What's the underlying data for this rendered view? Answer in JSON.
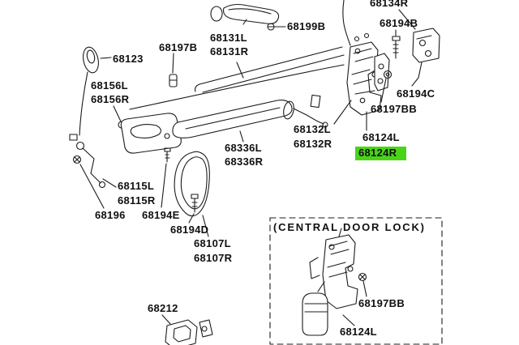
{
  "diagram": {
    "highlight_color": "#4ad418",
    "labels": {
      "p68134r": "68134R",
      "p68194b": "68194B",
      "p68199b": "68199B",
      "p68131l": "68131L",
      "p68131r": "68131R",
      "p68197b": "68197B",
      "p68123": "68123",
      "p68156l": "68156L",
      "p68156r": "68156R",
      "p68194c": "68194C",
      "p68197bb_top": "68197BB",
      "p68132l": "68132L",
      "p68132r": "68132R",
      "p68124l_top": "68124L",
      "p68124r": "68124R",
      "p68336l": "68336L",
      "p68336r": "68336R",
      "p68115l": "68115L",
      "p68115r": "68115R",
      "p68196": "68196",
      "p68194e": "68194E",
      "p68194d": "68194D",
      "p68107l": "68107L",
      "p68107r": "68107R",
      "p68212": "68212",
      "p68197bb_bottom": "68197BB",
      "p68124l_bottom": "68124L"
    },
    "inset": {
      "title": "(CENTRAL DOOR LOCK)"
    }
  }
}
